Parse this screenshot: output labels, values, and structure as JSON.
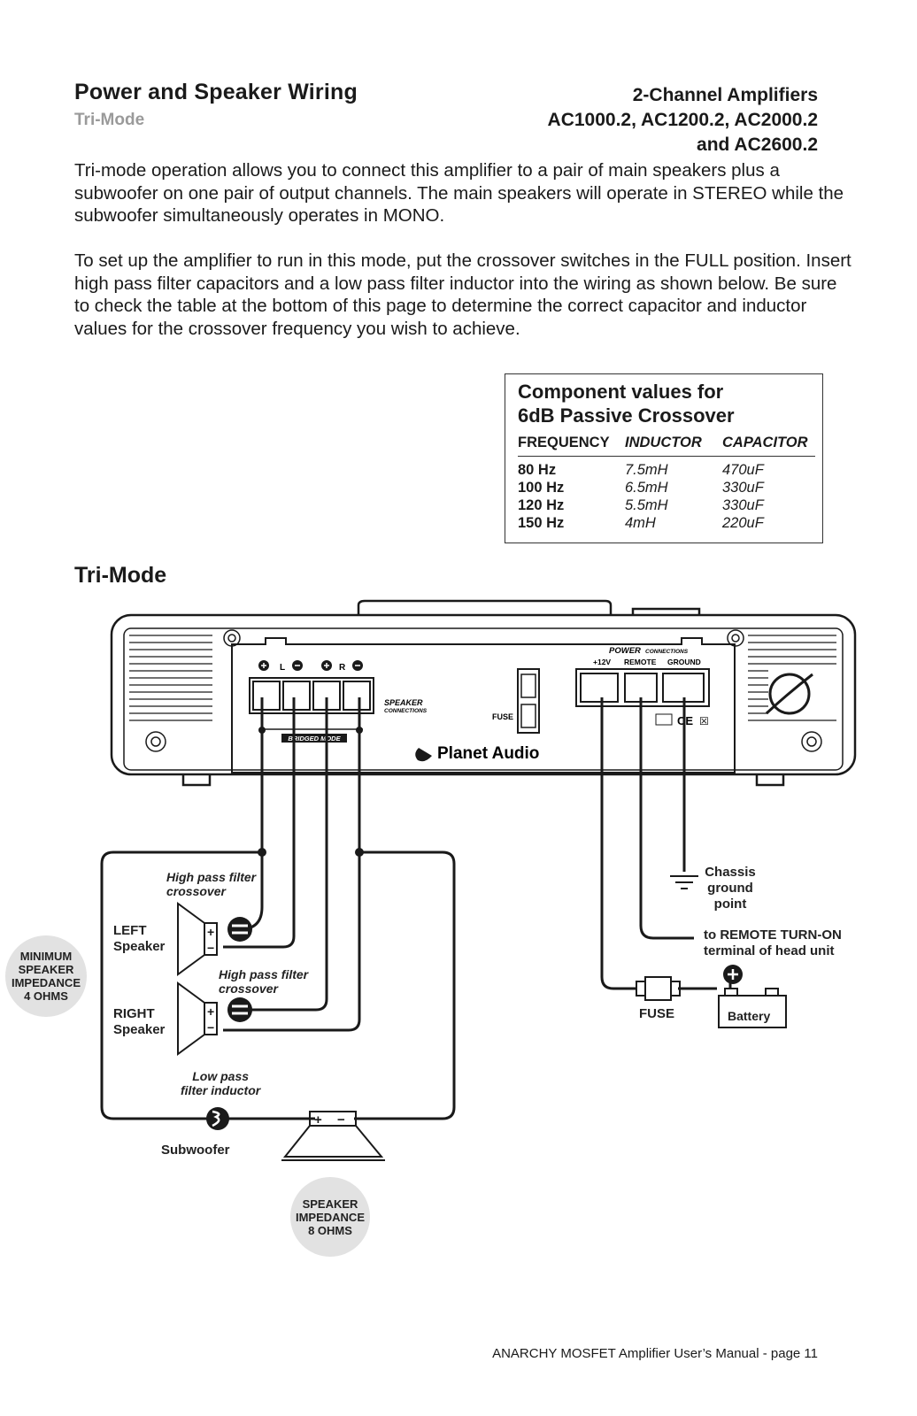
{
  "header": {
    "title": "Power and Speaker Wiring",
    "subtitle": "Tri-Mode",
    "right_line1": "2-Channel Amplifiers",
    "right_line2": "AC1000.2, AC1200.2, AC2000.2",
    "right_line3": "and AC2600.2"
  },
  "body": {
    "para1": "Tri-mode operation allows you to connect this amplifier to a pair of main speakers plus a subwoofer on one pair of output channels. The main speakers will operate in STEREO while the subwoofer simultaneously operates in MONO.",
    "para2": "To set up the amplifier to run in this mode, put the crossover switches in the FULL position. Insert high pass filter capacitors and a low pass filter inductor into the wiring as shown below. Be sure to check the table at the bottom of this page to determine the correct capacitor and inductor values for the crossover frequency you wish to achieve."
  },
  "table": {
    "title_line1": "Component values for",
    "title_line2": "6dB Passive Crossover",
    "col_frequency": "FREQUENCY",
    "col_inductor": "INDUCTOR",
    "col_capacitor": "CAPACITOR",
    "rows": [
      {
        "frequency": "80 Hz",
        "inductor": "7.5mH",
        "capacitor": "470uF"
      },
      {
        "frequency": "100 Hz",
        "inductor": "6.5mH",
        "capacitor": "330uF"
      },
      {
        "frequency": "120 Hz",
        "inductor": "5.5mH",
        "capacitor": "330uF"
      },
      {
        "frequency": "150 Hz",
        "inductor": "4mH",
        "capacitor": "220uF"
      }
    ]
  },
  "diagram": {
    "heading": "Tri-Mode",
    "amp": {
      "left_ch": "L",
      "right_ch": "R",
      "speaker_connections_1": "SPEAKER",
      "speaker_connections_2": "CONNECTIONS",
      "bridged_mode": "BRIDGED MODE",
      "fuse": "FUSE",
      "power_connections_1": "POWER",
      "power_connections_2": "CONNECTIONS",
      "plus12v": "+12V",
      "remote": "REMOTE",
      "ground": "GROUND",
      "brand": "Planet Audio"
    },
    "labels": {
      "hpf1_line1": "High pass filter",
      "hpf1_line2": "crossover",
      "hpf2_line1": "High pass filter",
      "hpf2_line2": "crossover",
      "left_speaker_1": "LEFT",
      "left_speaker_2": "Speaker",
      "right_speaker_1": "RIGHT",
      "right_speaker_2": "Speaker",
      "lpf_line1": "Low pass",
      "lpf_line2": "filter inductor",
      "subwoofer": "Subwoofer",
      "min_impedance": [
        "MINIMUM",
        "SPEAKER",
        "IMPEDANCE",
        "4 OHMS"
      ],
      "sub_impedance": [
        "SPEAKER",
        "IMPEDANCE",
        "8 OHMS"
      ],
      "chassis_1": "Chassis",
      "chassis_2": "ground",
      "chassis_3": "point",
      "remote_1": "to REMOTE TURN-ON",
      "remote_2": "terminal of head unit",
      "fuse": "FUSE",
      "battery": "Battery"
    }
  },
  "footer": "ANARCHY MOSFET Amplifier User’s Manual - page 11"
}
